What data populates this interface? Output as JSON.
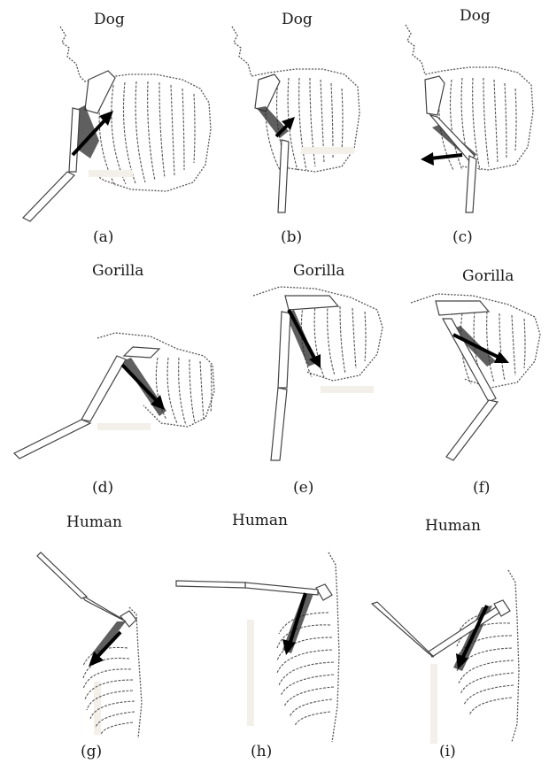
{
  "panels": [
    {
      "id": "a",
      "title": "Dog",
      "caption": "(a)"
    },
    {
      "id": "b",
      "title": "Dog",
      "caption": "(b)"
    },
    {
      "id": "c",
      "title": "Dog",
      "caption": "(c)"
    },
    {
      "id": "d",
      "title": "Gorilla",
      "caption": "(d)"
    },
    {
      "id": "e",
      "title": "Gorilla",
      "caption": "(e)"
    },
    {
      "id": "f",
      "title": "Gorilla",
      "caption": "(f)"
    },
    {
      "id": "g",
      "title": "Human",
      "caption": "(g)"
    },
    {
      "id": "h",
      "title": "Human",
      "caption": "(h)"
    },
    {
      "id": "i",
      "title": "Human",
      "caption": "(i)"
    }
  ],
  "colors": {
    "arrow": "#000000",
    "bone": "#555555",
    "muscle": "#2a2a2a"
  },
  "icons": {
    "force_arrow": "arrow-icon"
  }
}
